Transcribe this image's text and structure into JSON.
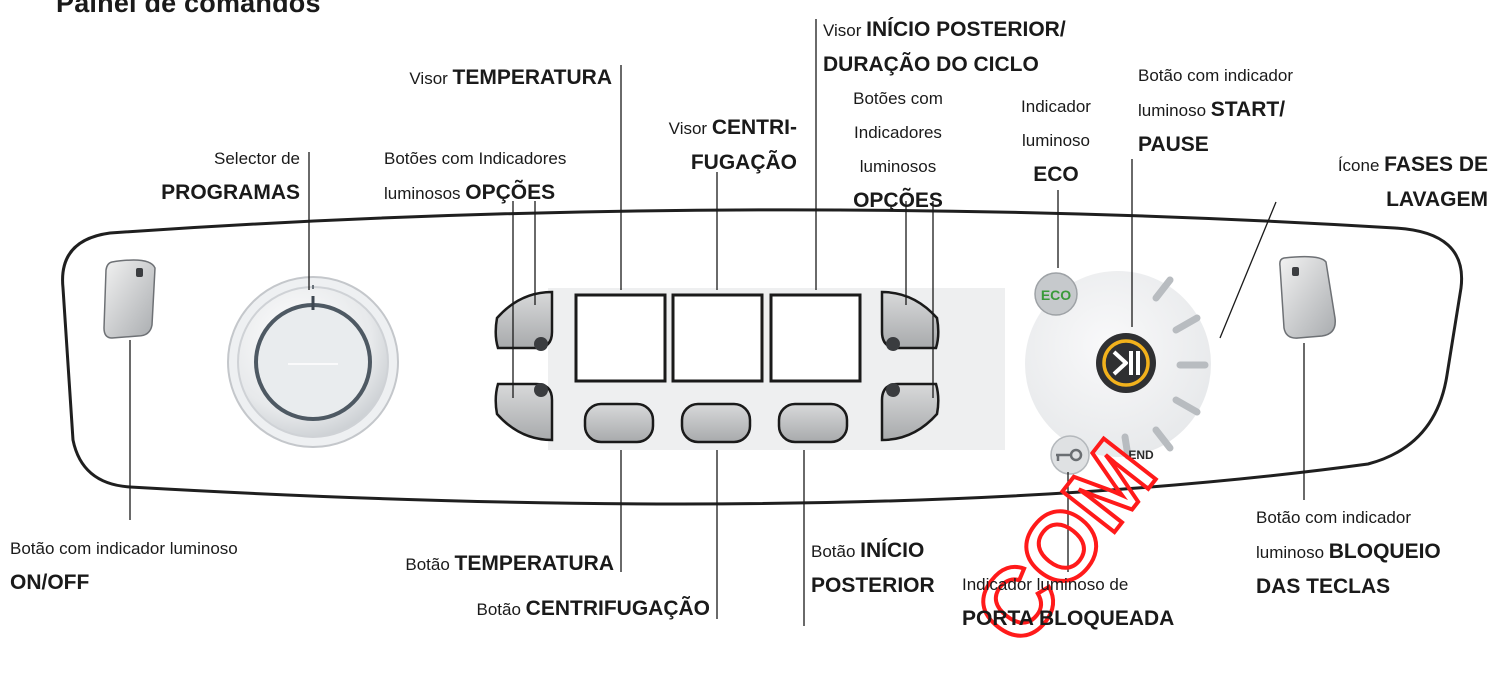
{
  "title": "Painel de comandos",
  "labels": {
    "selector_1": "Selector de",
    "selector_2": "PROGRAMAS",
    "opt_left_1": "Botões com Indicadores",
    "opt_left_2": "luminosos ",
    "opt_left_3": "OPÇÕES",
    "visor_temp_1": "Visor ",
    "visor_temp_2": "TEMPERATURA",
    "visor_centri_1": "Visor ",
    "visor_centri_2": "CENTRI-",
    "visor_centri_3": "FUGAÇÃO",
    "visor_inicio_1": "Visor ",
    "visor_inicio_2": "INÍCIO POSTERIOR/",
    "visor_inicio_3": "DURAÇÃO DO CICLO",
    "opt_right_1": "Botões com",
    "opt_right_2": "Indicadores",
    "opt_right_3": "luminosos",
    "opt_right_4": "OPÇÕES",
    "eco_1": "Indicador",
    "eco_2": "luminoso",
    "eco_3": "ECO",
    "start_1": "Botão com indicador",
    "start_2": "luminoso",
    "start_3": "START/",
    "start_4": "PAUSE",
    "fases_1": "Ícone ",
    "fases_2": "FASES DE",
    "fases_3": "LAVAGEM",
    "onoff_1": "Botão com indicador luminoso",
    "onoff_2": "ON/OFF",
    "btn_temp_1": "Botão ",
    "btn_temp_2": "TEMPERATURA",
    "btn_centri_1": "Botão ",
    "btn_centri_2": "CENTRIFUGAÇÃO",
    "btn_inicio_1": "Botão ",
    "btn_inicio_2": "INÍCIO",
    "btn_inicio_3": "POSTERIOR",
    "porta_1": "Indicador luminoso de",
    "porta_2": "PORTA BLOQUEADA",
    "bloq_1": "Botão com indicador",
    "bloq_2": "luminoso ",
    "bloq_3": "BLOQUEIO",
    "bloq_4": "DAS TECLAS"
  },
  "panel": {
    "eco_text": "ECO",
    "end_text": "END",
    "accent_color": "#f2b21c",
    "eco_color": "#3a9a3a"
  },
  "watermark": "COM"
}
